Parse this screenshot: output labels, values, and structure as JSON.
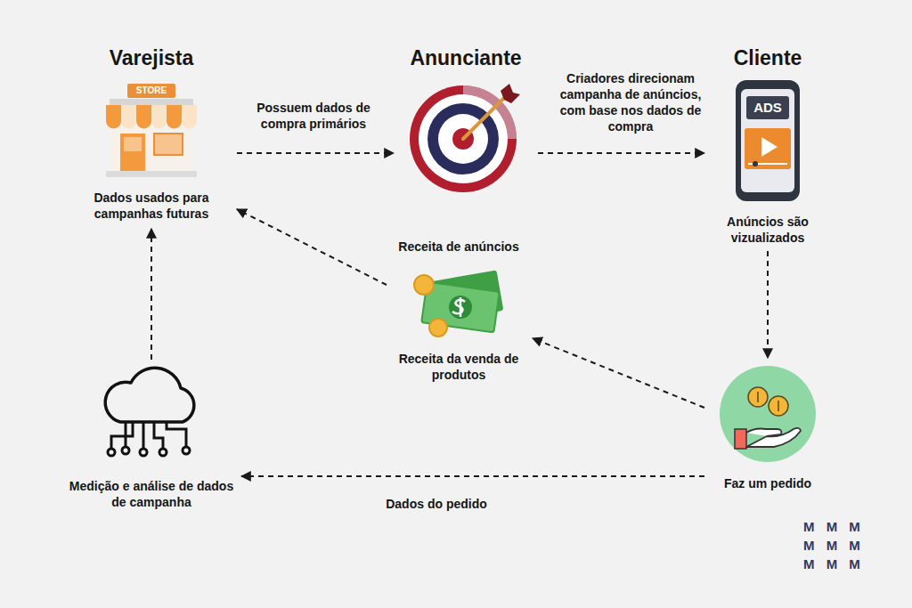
{
  "diagram": {
    "nodes": [
      {
        "text": [
          "Varejista",
          "Dados usados para campanhas futuras"
        ]
      },
      {
        "text": [
          "Anunciante"
        ]
      },
      {
        "text": [
          "Cliente",
          "Anúncios são vizualizados"
        ]
      },
      {
        "text": [
          "Receita de anúncios",
          "Receita da venda de produtos"
        ]
      },
      {
        "text": [
          "Faz um pedido"
        ]
      },
      {
        "text": [
          "Medição e análise de dados de campanha"
        ]
      }
    ],
    "edges": [
      {
        "from": 0,
        "to": 1,
        "arrow": "to",
        "label": "Possuem dados de compra primários"
      },
      {
        "from": 1,
        "to": 2,
        "arrow": "to",
        "label": "Criadores direcionam campanha de anúncios, com base nos dados de compra"
      },
      {
        "from": 2,
        "to": 4,
        "arrow": "to"
      },
      {
        "from": 4,
        "to": 3,
        "arrow": "to"
      },
      {
        "from": 3,
        "to": 0,
        "arrow": "to"
      },
      {
        "from": 4,
        "to": 5,
        "arrow": "to",
        "label": "Dados do pedido"
      },
      {
        "from": 5,
        "to": 0,
        "arrow": "to"
      }
    ],
    "labels": [
      "STORE",
      "ADS",
      "M M M",
      "M M M",
      "M M M"
    ]
  }
}
